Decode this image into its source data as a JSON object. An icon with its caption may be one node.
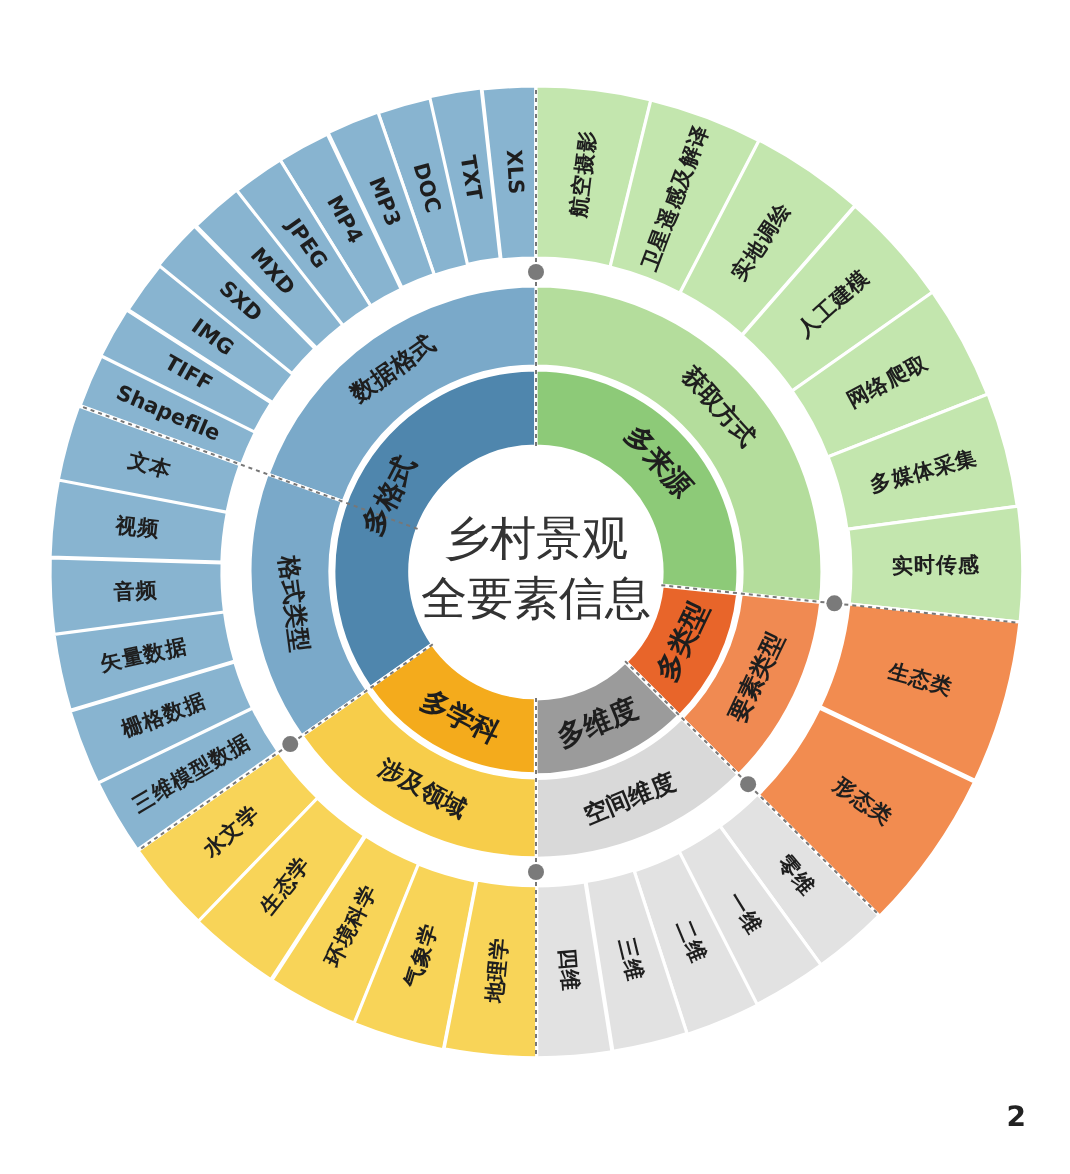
{
  "diagram": {
    "nodes": [
      {
        "text": [
          "乡村景观",
          "全要素信息"
        ]
      },
      {
        "text": [
          "多格式"
        ]
      },
      {
        "text": [
          "数据格式"
        ]
      },
      {
        "text": [
          "XLS"
        ]
      },
      {
        "text": [
          "TXT"
        ]
      },
      {
        "text": [
          "DOC"
        ]
      },
      {
        "text": [
          "MP3"
        ]
      },
      {
        "text": [
          "MP4"
        ]
      },
      {
        "text": [
          "JPEG"
        ]
      },
      {
        "text": [
          "MXD"
        ]
      },
      {
        "text": [
          "SXD"
        ]
      },
      {
        "text": [
          "IMG"
        ]
      },
      {
        "text": [
          "TIFF"
        ]
      },
      {
        "text": [
          "Shapefile"
        ]
      },
      {
        "text": [
          "格式类型"
        ]
      },
      {
        "text": [
          "文本"
        ]
      },
      {
        "text": [
          "视频"
        ]
      },
      {
        "text": [
          "音频"
        ]
      },
      {
        "text": [
          "矢量数据"
        ]
      },
      {
        "text": [
          "栅格数据"
        ]
      },
      {
        "text": [
          "三维模型数据"
        ]
      },
      {
        "text": [
          "多来源"
        ]
      },
      {
        "text": [
          "获取方式"
        ]
      },
      {
        "text": [
          "航空摄影"
        ]
      },
      {
        "text": [
          "卫星遥感及解译"
        ]
      },
      {
        "text": [
          "实地调绘"
        ]
      },
      {
        "text": [
          "人工建模"
        ]
      },
      {
        "text": [
          "网络爬取"
        ]
      },
      {
        "text": [
          "多媒体采集"
        ]
      },
      {
        "text": [
          "实时传感"
        ]
      },
      {
        "text": [
          "多类型"
        ]
      },
      {
        "text": [
          "要素类型"
        ]
      },
      {
        "text": [
          "生态类"
        ]
      },
      {
        "text": [
          "形态类"
        ]
      },
      {
        "text": [
          "多维度"
        ]
      },
      {
        "text": [
          "空间维度"
        ]
      },
      {
        "text": [
          "零维"
        ]
      },
      {
        "text": [
          "一维"
        ]
      },
      {
        "text": [
          "二维"
        ]
      },
      {
        "text": [
          "三维"
        ]
      },
      {
        "text": [
          "四维"
        ]
      },
      {
        "text": [
          "多学科"
        ]
      },
      {
        "text": [
          "涉及领域"
        ]
      },
      {
        "text": [
          "水文学"
        ]
      },
      {
        "text": [
          "生态学"
        ]
      },
      {
        "text": [
          "环境科学"
        ]
      },
      {
        "text": [
          "气象学"
        ]
      },
      {
        "text": [
          "地理学"
        ]
      }
    ],
    "labels": [
      "2"
    ]
  }
}
